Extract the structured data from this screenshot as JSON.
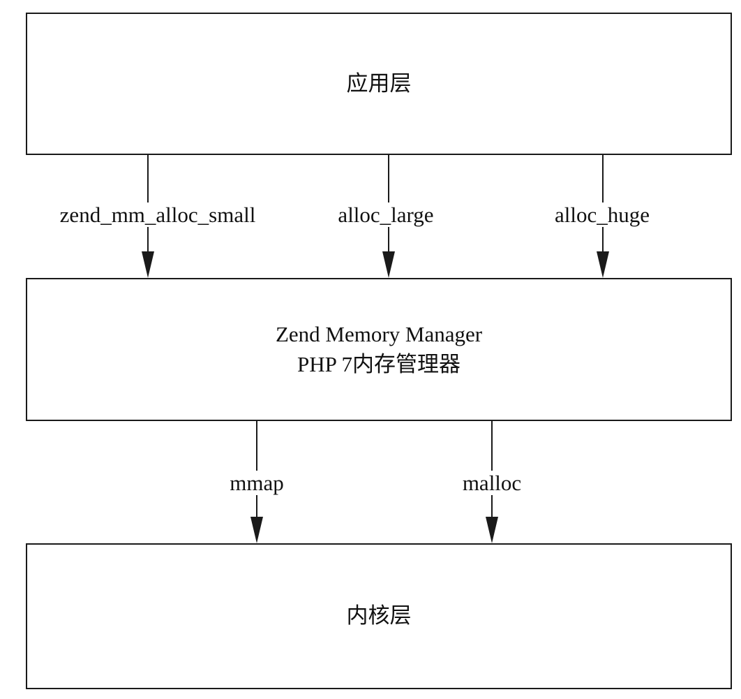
{
  "layers": {
    "application": {
      "label": "应用层"
    },
    "memory_manager": {
      "line1": "Zend Memory Manager",
      "line2": "PHP 7内存管理器"
    },
    "kernel": {
      "label": "内核层"
    }
  },
  "upper_calls": [
    {
      "label": "zend_mm_alloc_small"
    },
    {
      "label": "alloc_large"
    },
    {
      "label": "alloc_huge"
    }
  ],
  "lower_calls": [
    {
      "label": "mmap"
    },
    {
      "label": "malloc"
    }
  ],
  "colors": {
    "line": "#1a1a1a",
    "background": "#ffffff"
  }
}
